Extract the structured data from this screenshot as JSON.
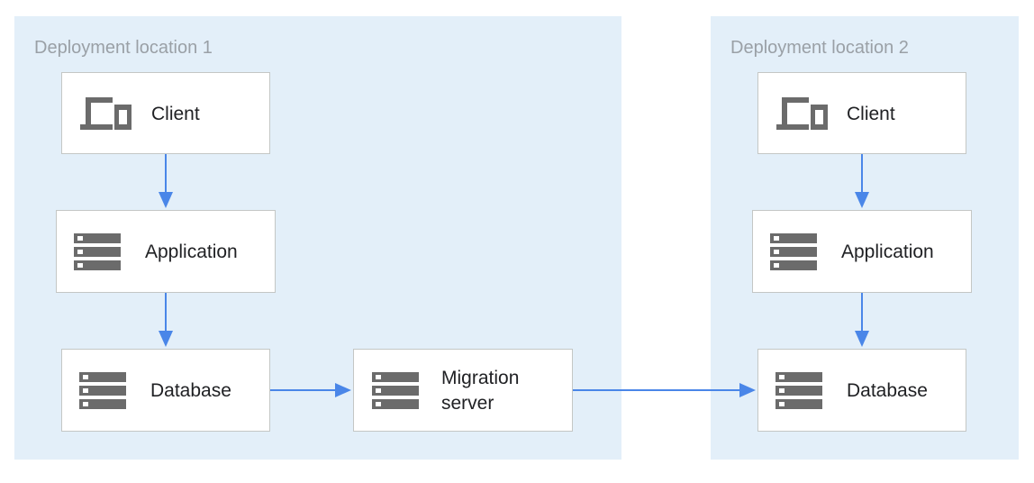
{
  "zones": {
    "loc1": {
      "title": "Deployment location 1"
    },
    "loc2": {
      "title": "Deployment location 2"
    }
  },
  "nodes": {
    "loc1_client": {
      "label": "Client",
      "icon": "devices-icon"
    },
    "loc1_application": {
      "label": "Application",
      "icon": "server-icon"
    },
    "loc1_database": {
      "label": "Database",
      "icon": "server-icon"
    },
    "migration": {
      "label_line1": "Migration",
      "label_line2": "server",
      "icon": "server-icon"
    },
    "loc2_client": {
      "label": "Client",
      "icon": "devices-icon"
    },
    "loc2_application": {
      "label": "Application",
      "icon": "server-icon"
    },
    "loc2_database": {
      "label": "Database",
      "icon": "server-icon"
    }
  },
  "colors": {
    "zone_bg": "#e3eff9",
    "arrow": "#4a86e8",
    "icon": "#6b6b6b",
    "zone_title": "#9aa0a6"
  }
}
